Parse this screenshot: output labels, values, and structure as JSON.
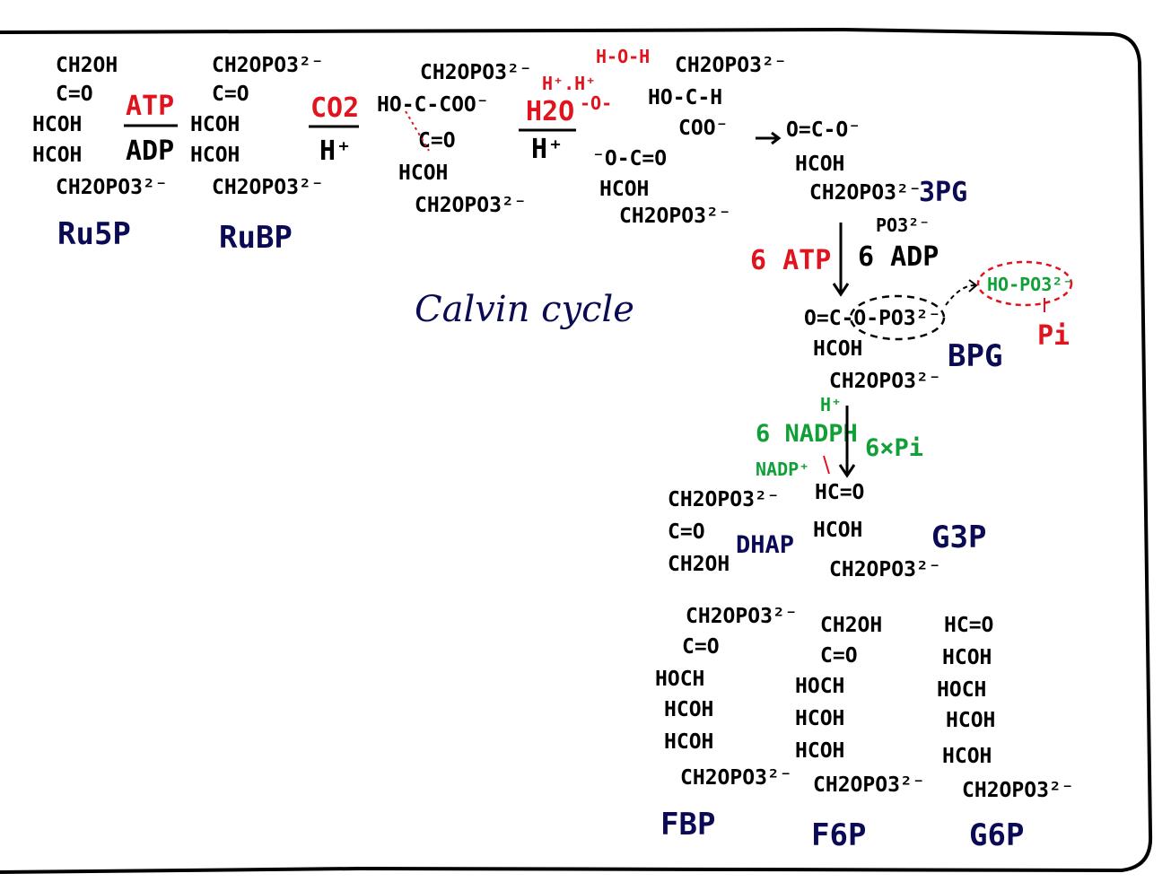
{
  "colors": {
    "ink": "#000000",
    "blue": "#0b0b55",
    "red": "#e0141e",
    "green": "#11a038"
  },
  "title": "Calvin cycle",
  "molecules": {
    "ru5p": {
      "name": "Ru5P",
      "lines": [
        "CH2OH",
        "C=O",
        "HCOH",
        "HCOH",
        "CH2OPO3²⁻"
      ]
    },
    "rubp": {
      "name": "RuBP",
      "lines": [
        "CH2OPO3²⁻",
        "C=O",
        "HCOH",
        "HCOH",
        "CH2OPO3²⁻"
      ]
    },
    "intermediate": {
      "lines": [
        "CH2OPO3²⁻",
        "HO-C-COO⁻",
        "C=O",
        "HCOH",
        "CH2OPO3²⁻"
      ]
    },
    "pga_top": {
      "lines": [
        "CH2OPO3²⁻",
        "HO-C-H",
        "COO⁻"
      ]
    },
    "pga_bottom": {
      "lines": [
        "⁻O-C=O",
        "HCOH",
        "CH2OPO3²⁻"
      ]
    },
    "pg3": {
      "name": "3PG",
      "lines": [
        "O=C-O⁻",
        "HCOH",
        "CH2OPO3²⁻"
      ]
    },
    "bpg": {
      "name": "BPG",
      "lines": [
        "O=C-O-PO3²⁻",
        "HCOH",
        "CH2OPO3²⁻"
      ]
    },
    "dhap": {
      "name": "DHAP",
      "lines": [
        "CH2OPO3²⁻",
        "C=O",
        "CH2OH"
      ]
    },
    "g3p": {
      "name": "G3P",
      "lines": [
        "HC=O",
        "HCOH",
        "CH2OPO3²⁻"
      ]
    },
    "fbp": {
      "name": "FBP",
      "lines": [
        "CH2OPO3²⁻",
        "C=O",
        "HOCH",
        "HCOH",
        "HCOH",
        "CH2OPO3²⁻"
      ]
    },
    "f6p": {
      "name": "F6P",
      "lines": [
        "CH2OH",
        "C=O",
        "HOCH",
        "HCOH",
        "HCOH",
        "CH2OPO3²⁻"
      ]
    },
    "g6p": {
      "name": "G6P",
      "lines": [
        "HC=O",
        "HCOH",
        "HOCH",
        "HCOH",
        "HCOH",
        "CH2OPO3²⁻"
      ]
    }
  },
  "reaction_labels": {
    "atp": "ATP",
    "adp": "ADP",
    "co2": "CO2",
    "h_plus_1": "H⁺",
    "h2o": "H2O",
    "h_plus_2": "H⁺",
    "water_attack_top": "H-O-H",
    "water_attack_mid": "H⁺.H⁺",
    "water_attack_o": "-O-",
    "six_atp": "6 ATP",
    "six_adp": "6 ADP",
    "po3_small": "PO3²⁻",
    "ho_po3": "HO-PO3²⁻",
    "pi": "Pi",
    "h_plus_3": "H⁺",
    "six_nadph": "6 NADPH",
    "nadp_plus": "NADP⁺",
    "six_pi": "6×Pi"
  }
}
